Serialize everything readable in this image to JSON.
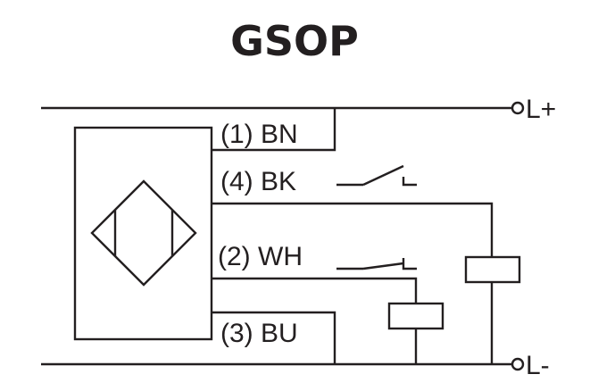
{
  "title": "GSOP",
  "wires": {
    "pin1": "(1) BN",
    "pin4": "(4) BK",
    "pin2": "(2) WH",
    "pin3": "(3) BU"
  },
  "terminals": {
    "positive": "L+",
    "negative": "L-"
  },
  "colors": {
    "line": "#231f20",
    "background": "#ffffff"
  }
}
